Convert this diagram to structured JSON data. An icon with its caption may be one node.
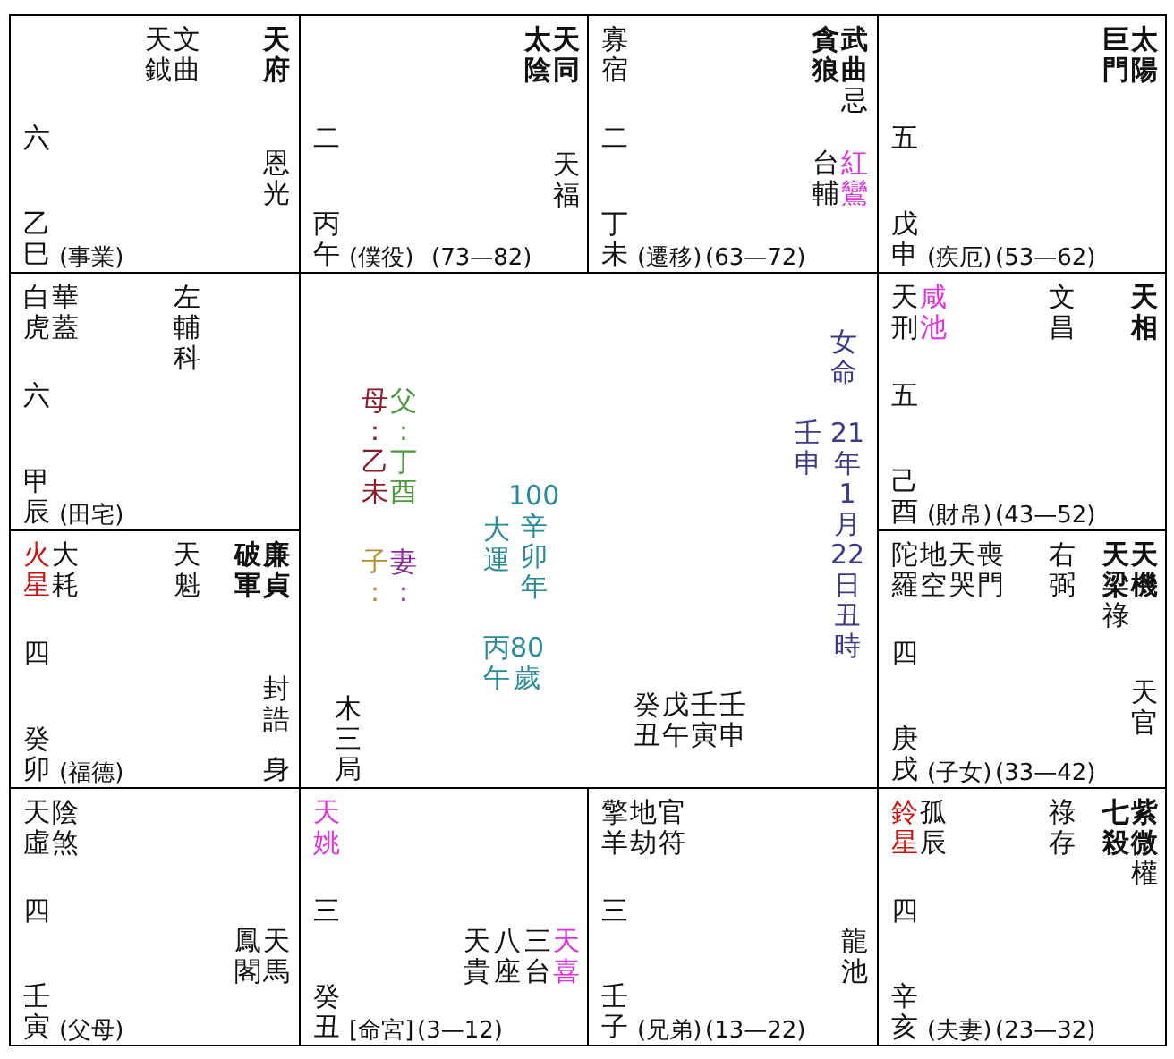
{
  "diagram": {
    "nodes": [
      {
        "text": [
          "天鉞",
          "文曲",
          "天府",
          "六",
          "恩光",
          "乙巳",
          "(事業)"
        ]
      },
      {
        "text": [
          "太陰",
          "天同",
          "二",
          "天福",
          "丙午",
          "(僕役)",
          "(73—82)"
        ]
      },
      {
        "text": [
          "寡宿",
          "貪狼",
          "武曲",
          "忌",
          "二",
          "台輔",
          "紅鸞",
          "丁未",
          "(遷移)",
          "(63—72)"
        ]
      },
      {
        "text": [
          "巨門",
          "太陽",
          "五",
          "戊申",
          "(疾厄)",
          "(53—62)"
        ]
      },
      {
        "text": [
          "白虎",
          "華蓋",
          "左輔",
          "科",
          "六",
          "甲辰",
          "(田宅)"
        ]
      },
      {
        "text": [
          "母：乙未",
          "父：丁酉",
          "子：",
          "妻：",
          "大運",
          "100辛卯年",
          "丙午",
          "80歲",
          "木三局",
          "女命",
          "壬申",
          "21年1月22日丑時",
          "癸丑",
          "戊午",
          "壬寅",
          "壬申"
        ]
      },
      {
        "text": [
          "天刑",
          "咸池",
          "文昌",
          "天相",
          "五",
          "己酉",
          "(財帛)",
          "(43—52)"
        ]
      },
      {
        "text": [
          "火星",
          "大耗",
          "天魁",
          "破軍",
          "廉貞",
          "四",
          "封誥",
          "癸卯",
          "(福德)",
          "身"
        ]
      },
      {
        "text": [
          "陀羅",
          "地空",
          "天哭",
          "喪門",
          "右弼",
          "天梁",
          "天機",
          "祿",
          "四",
          "天官",
          "庚戌",
          "(子女)",
          "(33—42)"
        ]
      },
      {
        "text": [
          "天虛",
          "陰煞",
          "四",
          "鳳閣",
          "天馬",
          "壬寅",
          "(父母)"
        ]
      },
      {
        "text": [
          "天姚",
          "三",
          "天貴",
          "八座",
          "三台",
          "天喜",
          "癸丑",
          "[命宮]",
          "(3—12)"
        ]
      },
      {
        "text": [
          "擎羊",
          "地劫",
          "官符",
          "三",
          "龍池",
          "壬子",
          "(兄弟)",
          "(13—22)"
        ]
      },
      {
        "text": [
          "鈴星",
          "孤辰",
          "祿存",
          "七殺",
          "紫微",
          "權",
          "四",
          "辛亥",
          "(夫妻)",
          "(23—32)"
        ]
      }
    ]
  }
}
